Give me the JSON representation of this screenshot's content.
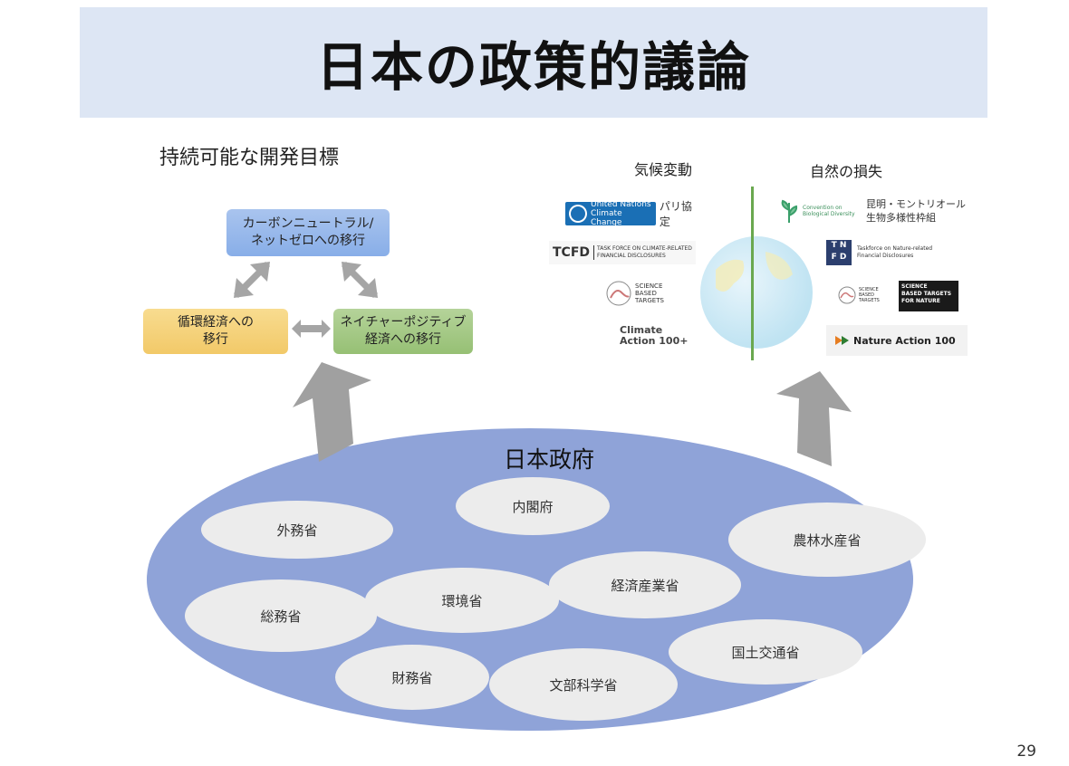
{
  "slide": {
    "title": "日本の政策的議論",
    "page_number": "29"
  },
  "left": {
    "heading": "持続可能な開発目標",
    "box_top": "カーボンニュートラル/\nネットゼロへの移行",
    "box_left": "循環経済への\n移行",
    "box_right": "ネイチャーポジティブ\n経済への移行"
  },
  "right": {
    "heading_climate": "気候変動",
    "heading_nature": "自然の損失",
    "logos_climate": {
      "un_line1": "United Nations",
      "un_line2": "Climate Change",
      "paris": "パリ協定",
      "tcfd": "TCFD",
      "tcfd_desc1": "TASK FORCE ON CLIMATE-RELATED",
      "tcfd_desc2": "FINANCIAL DISCLOSURES",
      "sbt": "SCIENCE\nBASED\nTARGETS",
      "ca100_1": "Climate",
      "ca100_2": "Action 100+"
    },
    "logos_nature": {
      "cbd_line1": "Convention on",
      "cbd_line2": "Biological Diversity",
      "kunming": "昆明・モントリオール\n生物多様性枠組",
      "tnfd": "T N\nF D",
      "tnfd_desc": "Taskforce on Nature-related\nFinancial Disclosures",
      "sbt": "SCIENCE\nBASED\nTARGETS",
      "sbtn": "SCIENCE\nBASED TARGETS\nFOR NATURE",
      "na100": "Nature Action 100"
    }
  },
  "government": {
    "label": "日本政府",
    "ministries": [
      "内閣府",
      "外務省",
      "農林水産省",
      "環境省",
      "経済産業省",
      "総務省",
      "国土交通省",
      "財務省",
      "文部科学省"
    ]
  },
  "colors": {
    "title_bg": "#dde6f4",
    "ellipse": "#8fa3d8",
    "arrow": "#a0a0a0",
    "divider": "#6aa84f"
  }
}
